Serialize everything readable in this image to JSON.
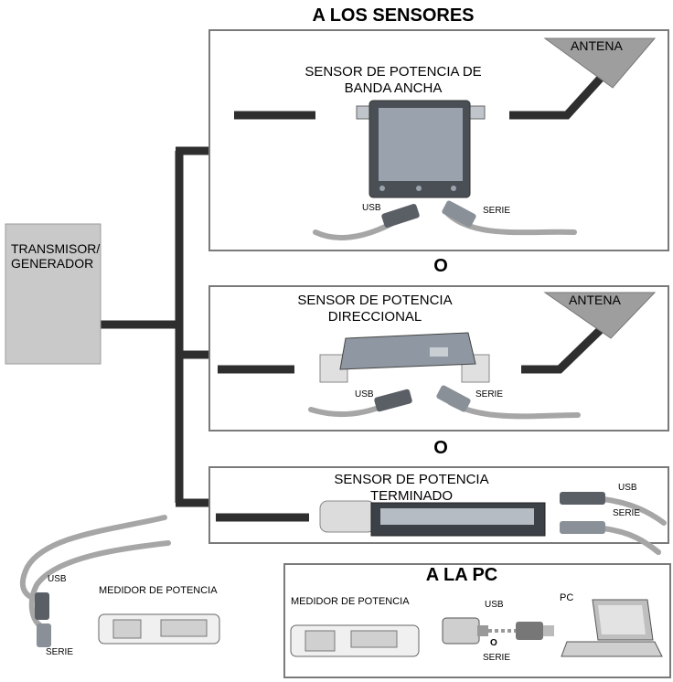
{
  "titles": {
    "sensors": "A LOS SENSORES",
    "pc": "A LA PC"
  },
  "transmitter": {
    "label": "TRANSMISOR/\nGENERADOR"
  },
  "or_separators": [
    "O",
    "O"
  ],
  "sensors": [
    {
      "title": "SENSOR DE POTENCIA DE\nBANDA ANCHA",
      "antenna": "ANTENA",
      "usb": "USB",
      "serial": "SERIE"
    },
    {
      "title": "SENSOR DE POTENCIA\nDIRECCIONAL",
      "antenna": "ANTENA",
      "usb": "USB",
      "serial": "SERIE"
    },
    {
      "title": "SENSOR DE POTENCIA\nTERMINADO",
      "usb": "USB",
      "serial": "SERIE"
    }
  ],
  "meter_left": {
    "label": "MEDIDOR DE POTENCIA",
    "usb": "USB",
    "serial": "SERIE"
  },
  "pc_panel": {
    "meter": "MEDIDOR DE POTENCIA",
    "usb": "USB",
    "or": "O",
    "serial": "SERIE",
    "pc": "PC"
  },
  "colors": {
    "panel_border": "#7a7a7a",
    "line": "#2e2e2e",
    "gray_box": "#c9c9c9",
    "device": "#9aa3ad",
    "device_dark": "#4a4f56"
  }
}
